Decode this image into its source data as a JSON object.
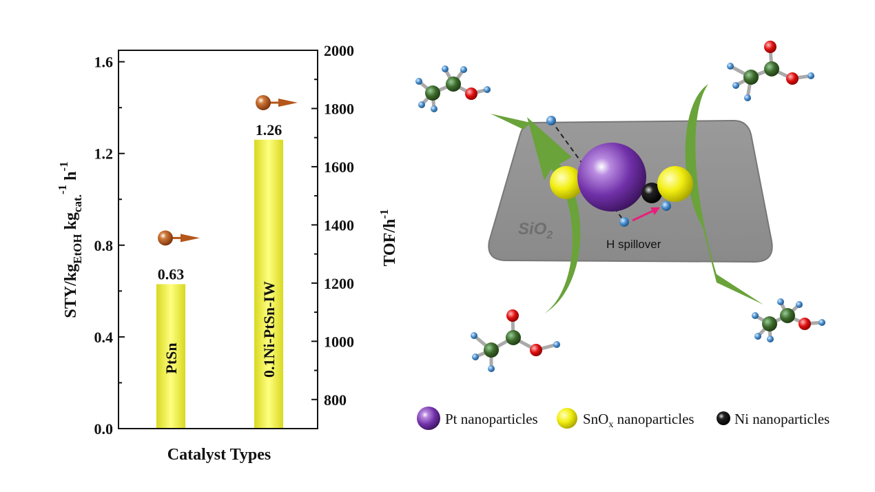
{
  "chart_data": {
    "type": "bar",
    "title": "",
    "xlabel": "Catalyst Types",
    "ylabel": {
      "main": "STY/kg",
      "sub1": "EtOH",
      "mid": " kg",
      "sub2": "cat.",
      "sup1": "-1",
      "tail": " h",
      "sup2": "-1"
    },
    "y2label": {
      "main": "TOF/h",
      "sup": "-1"
    },
    "categories": [
      "PtSn",
      "0.1Ni-PtSn-IW"
    ],
    "series": [
      {
        "name": "STY",
        "axis": "left",
        "type": "bar",
        "values": [
          0.63,
          1.26
        ],
        "data_labels": [
          "0.63",
          "1.26"
        ],
        "color": "#e8e84a"
      },
      {
        "name": "TOF",
        "axis": "right",
        "type": "scatter",
        "values": [
          1355,
          1820
        ],
        "color": "#b5561a"
      }
    ],
    "ylim": [
      0,
      1.65
    ],
    "yticks": [
      "0.0",
      "0.4",
      "0.8",
      "1.2",
      "1.6"
    ],
    "y2lim": [
      700,
      2000
    ],
    "y2ticks": [
      "800",
      "1000",
      "1200",
      "1400",
      "1600",
      "1800",
      "2000"
    ],
    "grid": false
  },
  "diagram": {
    "support_label": "SiO",
    "support_sub": "2",
    "spillover_label": "H spillover",
    "legend": [
      {
        "label": "Pt nanoparticles",
        "color": "#7a3fb0"
      },
      {
        "label": "SnO",
        "sub": "x",
        "tail": " nanoparticles",
        "color": "#f2ee10"
      },
      {
        "label": "Ni nanoparticles",
        "color": "#111111"
      }
    ]
  }
}
